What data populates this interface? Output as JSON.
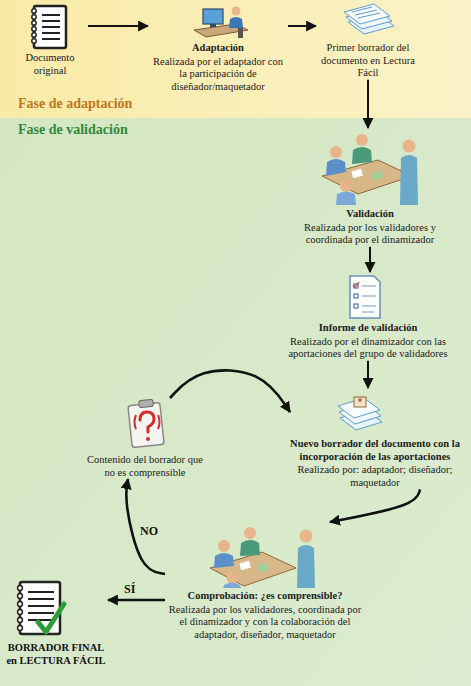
{
  "diagram": {
    "nodes": [
      {
        "text": [
          "Fase de adaptación"
        ]
      },
      {
        "text": [
          "Fase de validación"
        ]
      },
      {
        "text": [
          "Documento original"
        ],
        "in": 0
      },
      {
        "text": [
          "Adaptación",
          "Realizada por el adaptador con la participación de diseñador/maquetador"
        ],
        "in": 0
      },
      {
        "text": [
          "Primer borrador del documento en Lectura Fácil"
        ],
        "in": 0
      },
      {
        "text": [
          "Validación",
          "Realizada por los validadores y coordinada por el dinamizador"
        ],
        "in": 1
      },
      {
        "text": [
          "Informe de validación",
          "Realizado por el dinamizador con las aportaciones del grupo de validadores"
        ],
        "in": 1
      },
      {
        "text": [
          "Nuevo borrador del documento con la incorporación de las aportaciones",
          "Realizado por: adaptador; diseñador; maquetador"
        ],
        "in": 1
      },
      {
        "text": [
          "Comprobación: ¿es comprensible?",
          "Realizada por los validadores, coordinada por el dinamizador y con la colaboración del adaptador, diseñador, maquetador"
        ],
        "in": 1
      },
      {
        "text": [
          "Contenido del borrador que no es comprensible"
        ],
        "in": 1
      },
      {
        "text": [
          "BORRADOR FINAL en LECTURA FÁCIL"
        ],
        "in": 1
      }
    ],
    "edges": [
      {
        "from": 2,
        "to": 3,
        "arrow": "to"
      },
      {
        "from": 3,
        "to": 4,
        "arrow": "to"
      },
      {
        "from": 4,
        "to": 5,
        "arrow": "to"
      },
      {
        "from": 5,
        "to": 6,
        "arrow": "to"
      },
      {
        "from": 6,
        "to": 7,
        "arrow": "to"
      },
      {
        "from": 7,
        "to": 8,
        "arrow": "to"
      },
      {
        "from": 8,
        "to": 9,
        "label": "NO",
        "arrow": "to"
      },
      {
        "from": 9,
        "to": 7,
        "arrow": "to"
      },
      {
        "from": 8,
        "to": 10,
        "label": "SÍ",
        "arrow": "to"
      }
    ]
  }
}
